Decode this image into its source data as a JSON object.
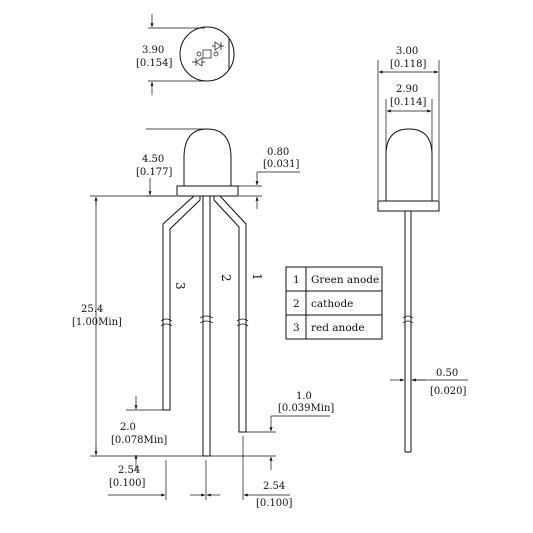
{
  "dimensions": {
    "body_diameter": {
      "mm": "3.90",
      "in": "[0.154]"
    },
    "dome_height": {
      "mm": "4.50",
      "in": "[0.177]"
    },
    "flange_thickness": {
      "mm": "0.80",
      "in": "[0.031]"
    },
    "lead_length": {
      "mm": "25.4",
      "in": "[1.00Min]"
    },
    "lead3_offset": {
      "mm": "2.0",
      "in": "[0.078Min]"
    },
    "lead1_offset": {
      "mm": "1.0",
      "in": "[0.039Min]"
    },
    "pitch_left": {
      "mm": "2.54",
      "in": "[0.100]"
    },
    "pitch_right": {
      "mm": "2.54",
      "in": "[0.100]"
    },
    "flange_width": {
      "mm": "3.00",
      "in": "[0.118]"
    },
    "lens_width": {
      "mm": "2.90",
      "in": "[0.114]"
    },
    "lead_width": {
      "mm": "0.50",
      "in": "[0.020]"
    }
  },
  "lead_numbers": [
    "3",
    "2",
    "1"
  ],
  "pin_table": [
    {
      "num": "1",
      "desc": "Green anode"
    },
    {
      "num": "2",
      "desc": "cathode"
    },
    {
      "num": "3",
      "desc": "red anode"
    }
  ]
}
